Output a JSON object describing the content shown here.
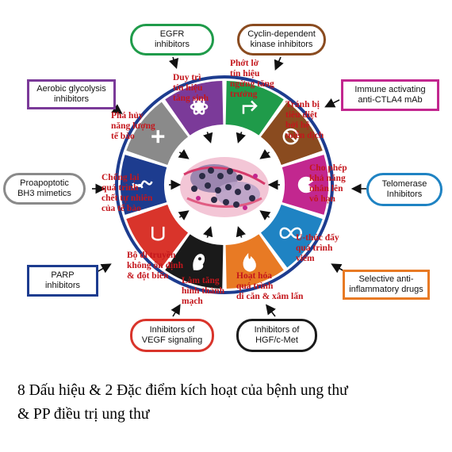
{
  "colors": {
    "green": "#1f9b4a",
    "brown": "#8a4b1f",
    "magenta": "#c2278f",
    "blue": "#1f83c3",
    "orange": "#e87a24",
    "black": "#1a1a1a",
    "red": "#d9342b",
    "navy": "#1d3c8f",
    "gray": "#8a8a8a",
    "purple": "#7b3a99",
    "hallmark_text": "#c4161c"
  },
  "therapies": {
    "egfr": "EGFR\ninhibitors",
    "cdk": "Cyclin-dependent\nkinase inhibitors",
    "immune": "Immune activating\nanti-CTLA4 mAb",
    "telomerase": "Telomerase\nInhibitors",
    "anti_inflammatory": "Selective anti-\ninflammatory drugs",
    "hgf": "Inhibitors of\nHGF/c-Met",
    "vegf": "Inhibitors of\nVEGF signaling",
    "parp": "PARP\ninhibitors",
    "bh3": "Proapoptotic\nBH3 mimetics",
    "glycolysis": "Aerobic glycolysis\ninhibitors"
  },
  "hallmarks": {
    "proliferative": "Duy trì\ntín hiệu\ntăng sinh",
    "growth_suppressors": "Phớt lờ\ntín hiệu\nngừng tăng\ntrưởng",
    "immune_evasion": "Tránh bị\ntiêu diệt\nbởi hệ\nmiễn dịch",
    "immortality": "Cho phép\nkhả năng\nnhân lên\nvô hạn",
    "inflammation": "U-thúc đẩy\nquá trình\nviêm",
    "metastasis": "Hoạt hóa\nquá trình\ndi căn & xâm lấn",
    "angiogenesis": "Làm tăng\nhình thành\nmạch",
    "genome_instability": "Bộ di truyền\nkhông ổn định\n& đột biến",
    "cell_death": "Chống lại\nquá trình\nchết tự nhiên\ncủa tế bào",
    "energetics": "Phá hủy\nnăng lượng\ntế bào"
  },
  "caption": "8 Dấu hiệu & 2 Đặc điểm kích hoạt của bệnh ung thư\n& PP điều trị ung thư"
}
